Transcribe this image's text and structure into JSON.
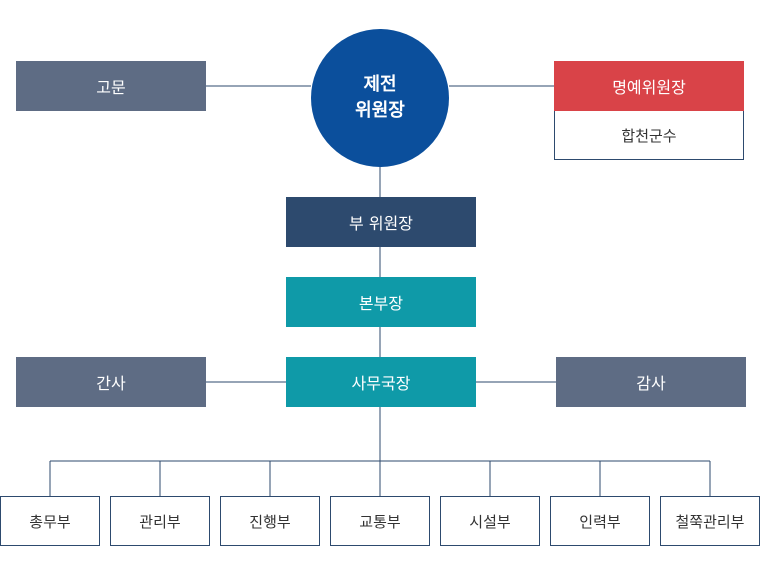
{
  "chairman": {
    "line1": "제전",
    "line2": "위원장"
  },
  "advisor": "고문",
  "honorary_chair": {
    "title": "명예위원장",
    "member": "합천군수"
  },
  "vice_chair": "부 위원장",
  "headquarters_chief": "본부장",
  "secretary_general": "사무국장",
  "secretary": "간사",
  "auditor": "감사",
  "departments": [
    "총무부",
    "관리부",
    "진행부",
    "교통부",
    "시설부",
    "인력부",
    "철쭉관리부"
  ],
  "colors": {
    "chair": "#0b4f9c",
    "slate": "#5e6c84",
    "navy": "#2d4a6e",
    "teal": "#0f9aa8",
    "red": "#d94348"
  }
}
